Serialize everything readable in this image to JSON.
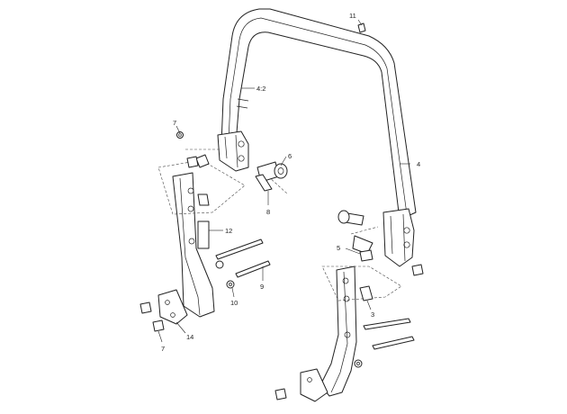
{
  "diagram": {
    "callouts": [
      {
        "id": "c11",
        "text": "11"
      },
      {
        "id": "c4-2",
        "text": "4:2"
      },
      {
        "id": "c7-top",
        "text": "7"
      },
      {
        "id": "c6",
        "text": "6"
      },
      {
        "id": "c4",
        "text": "4"
      },
      {
        "id": "c8",
        "text": "8"
      },
      {
        "id": "c12",
        "text": "12"
      },
      {
        "id": "c5",
        "text": "5"
      },
      {
        "id": "c9",
        "text": "9"
      },
      {
        "id": "c10",
        "text": "10"
      },
      {
        "id": "c3",
        "text": "3"
      },
      {
        "id": "c14",
        "text": "14"
      },
      {
        "id": "c7-bottom",
        "text": "7"
      }
    ]
  }
}
